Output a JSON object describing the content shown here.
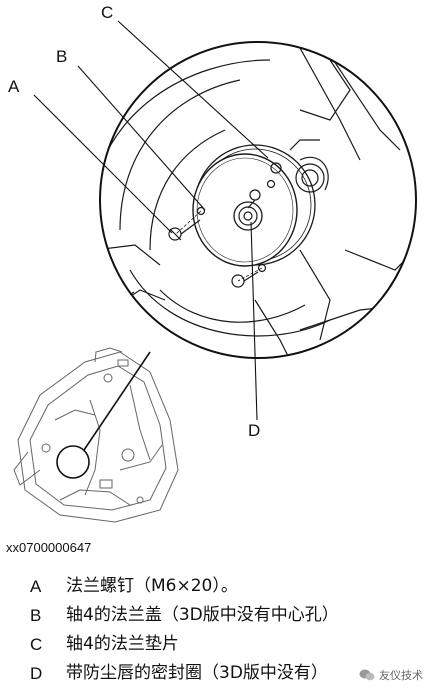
{
  "callouts": [
    {
      "id": "A",
      "label": "A"
    },
    {
      "id": "B",
      "label": "B"
    },
    {
      "id": "C",
      "label": "C"
    },
    {
      "id": "D",
      "label": "D"
    }
  ],
  "figure_id": "xx0700000647",
  "legend": [
    {
      "letter": "A",
      "text": "法兰螺钉（M6×20）。"
    },
    {
      "letter": "B",
      "text": "轴4的法兰盖（3D版中没有中心孔）"
    },
    {
      "letter": "C",
      "text": "轴4的法兰垫片"
    },
    {
      "letter": "D",
      "text": "带防尘唇的密封圈（3D版中没有）"
    }
  ],
  "watermark": {
    "text": "友仪技术",
    "icon": "wechat-icon"
  },
  "colors": {
    "line": "#1a1a1a",
    "sketch": "#555555",
    "background": "#ffffff"
  }
}
